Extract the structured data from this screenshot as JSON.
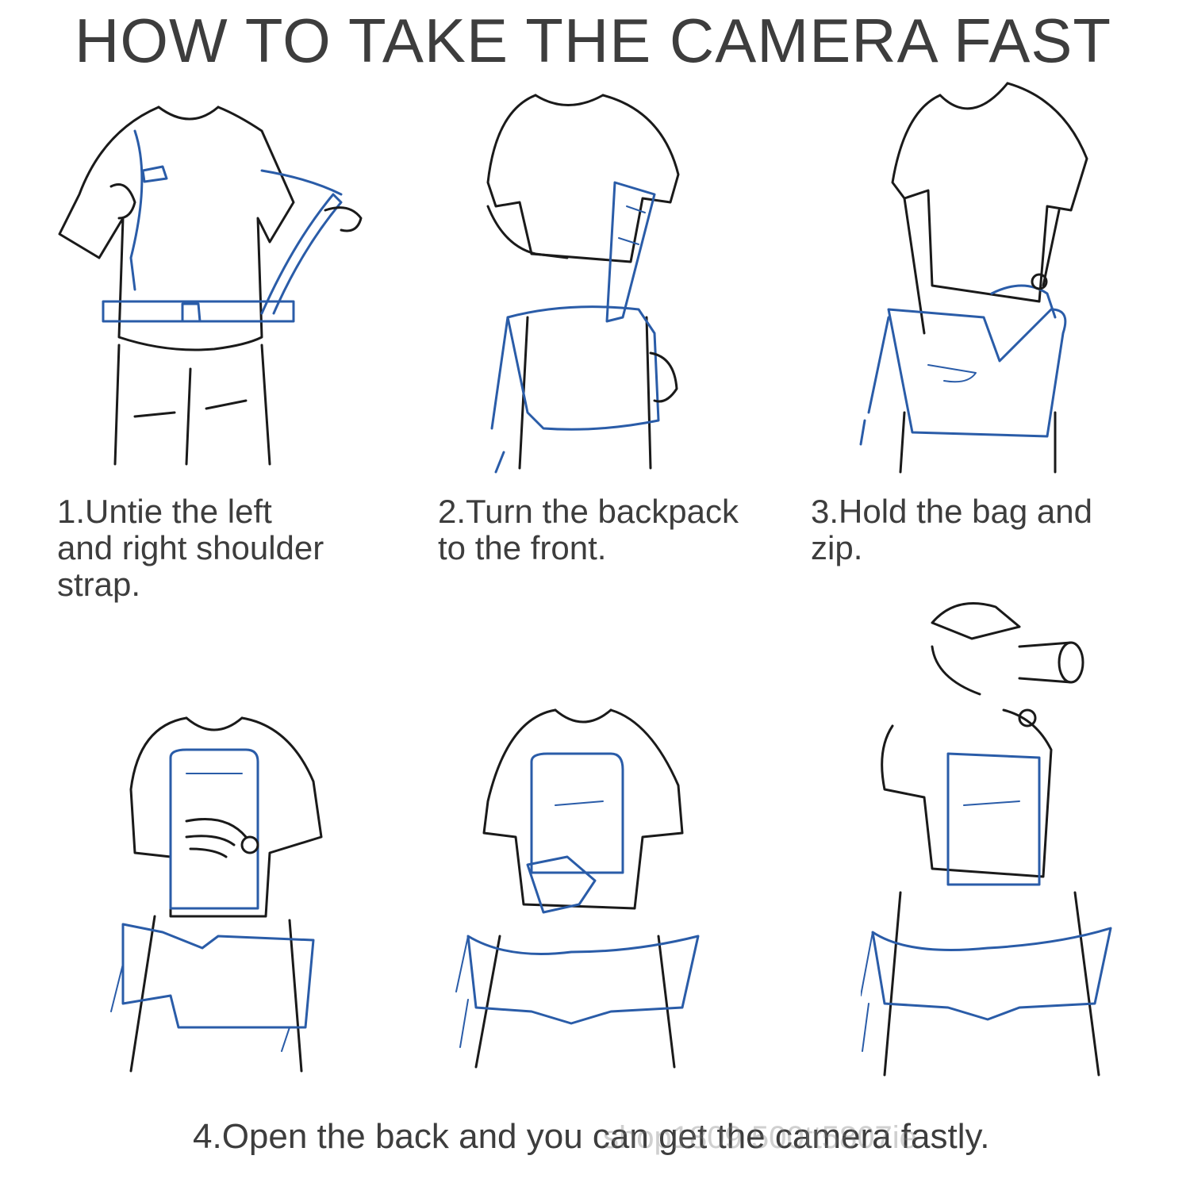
{
  "title": "HOW TO TAKE THE CAMERA FAST",
  "steps": [
    {
      "label": "1.Untie the left\nand right shoulder\nstrap."
    },
    {
      "label": "2.Turn the backpack\nto the front."
    },
    {
      "label": "3.Hold the bag and\nzip."
    }
  ],
  "caption": "4.Open the back and you can get the camera fastly.",
  "watermark": "shop1809 500tt5807ie",
  "colors": {
    "ink": "#1a1a1a",
    "bag": "#2a5ca8",
    "text": "#3d3d3d"
  }
}
